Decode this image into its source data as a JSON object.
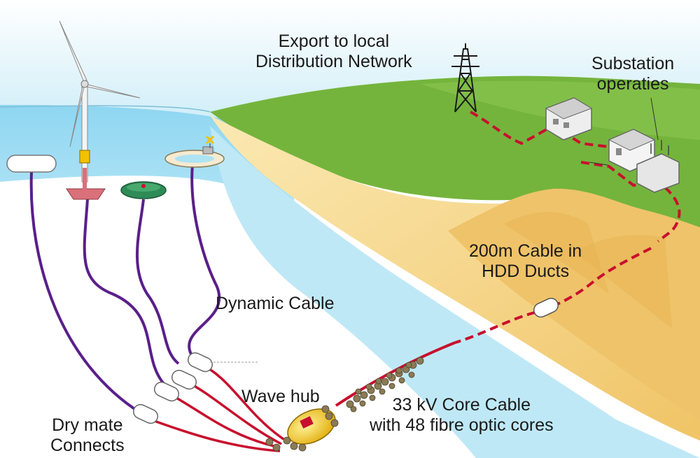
{
  "labels": {
    "export": [
      "Export to local",
      "Distribution Network"
    ],
    "substation": [
      "Substation",
      "operaties"
    ],
    "hdd": [
      "200m Cable in",
      "HDD Ducts"
    ],
    "dynamic_cable": "Dynamic Cable",
    "wave_hub": "Wave hub",
    "core_cable": [
      "33 kV Core Cable",
      "with 48 fibre optic cores"
    ],
    "dry_mate": [
      "Dry mate",
      "Connects"
    ]
  },
  "colors": {
    "sky": "#c9ebf7",
    "sea": "#aee3f4",
    "land_green": "#74b43c",
    "beach_sand": "#f6d98a",
    "dunes": "#efc36a",
    "export_cable": "#c8102e",
    "dynamic_cable": "#5a1f8a",
    "hub": "#f2c200"
  },
  "icons": [
    "wind-turbine-icon",
    "pylon-icon",
    "substation-building-icon",
    "wave-buoy-icon",
    "wave-hub-icon"
  ]
}
